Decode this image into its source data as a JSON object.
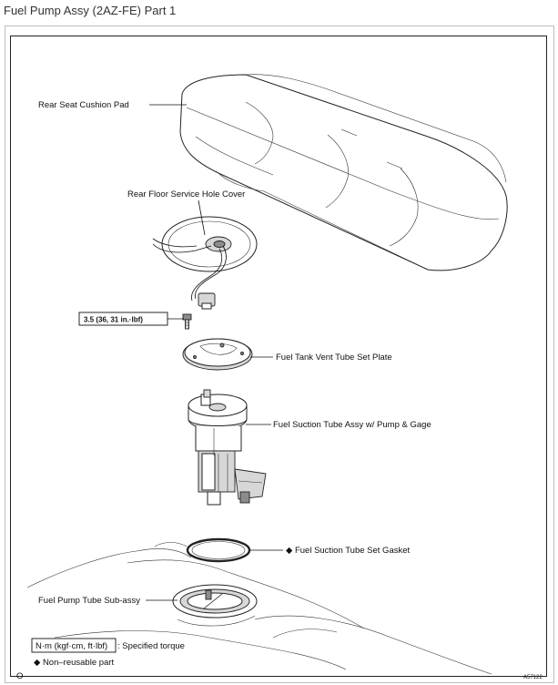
{
  "page": {
    "title": "Fuel Pump Assy (2AZ-FE) Part 1"
  },
  "figure": {
    "labels": {
      "rear_seat_cushion_pad": "Rear Seat Cushion Pad",
      "rear_floor_service_hole_cover": "Rear Floor Service Hole Cover",
      "torque_value": "3.5 (36, 31 in.·lbf)",
      "fuel_tank_vent_tube_set_plate": "Fuel Tank Vent Tube Set Plate",
      "fuel_suction_tube_assy": "Fuel Suction Tube Assy w/ Pump & Gage",
      "fuel_suction_tube_set_gasket": "◆ Fuel Suction Tube Set Gasket",
      "fuel_pump_tube_sub_assy": "Fuel Pump Tube Sub-assy"
    },
    "legend": {
      "torque_unit": "N·m (kgf·cm, ft·lbf)",
      "torque_desc": ": Specified torque",
      "non_reusable": "◆ Non–reusable part"
    },
    "corner_mark": "O",
    "figure_code": "A57122"
  }
}
